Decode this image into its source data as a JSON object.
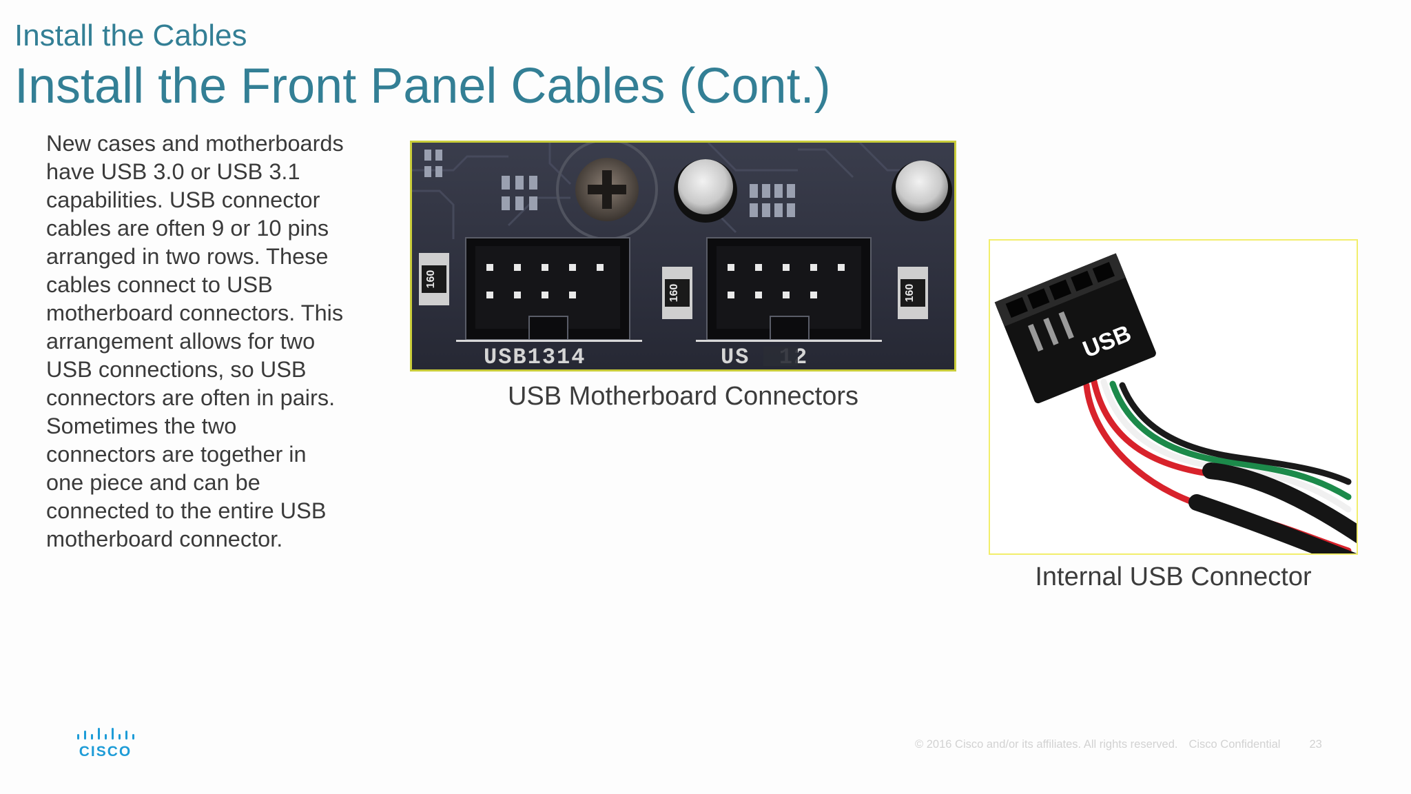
{
  "header": {
    "section_title": "Install the Cables",
    "slide_title": "Install the Front Panel Cables (Cont.)"
  },
  "body": {
    "text": "New cases and motherboards have USB 3.0 or USB 3.1 capabilities. USB connector cables are often 9 or 10 pins arranged in two rows. These cables connect to USB motherboard connectors. This arrangement allows for two USB connections, so USB connectors are often in pairs. Sometimes the two connectors are together in one piece and can be connected to the entire USB motherboard connector."
  },
  "figures": {
    "motherboard": {
      "caption": "USB Motherboard Connectors",
      "silkscreen_left": "USB1314",
      "silkscreen_right": "US  12",
      "chip_label": "160"
    },
    "usb_cable": {
      "caption": "Internal USB Connector",
      "plug_label": "USB"
    }
  },
  "footer": {
    "copyright": "© 2016  Cisco and/or its affiliates. All rights reserved.",
    "confidential": "Cisco Confidential",
    "page_number": "23"
  },
  "logo": {
    "wordmark": "CISCO",
    "icon": "cisco-bridge-logo-icon"
  },
  "colors": {
    "title": "#337f95",
    "body_text": "#3a3a3a",
    "photo_border_mb": "#c9cc3a",
    "photo_border_usb": "#f2ee6b",
    "cisco_blue": "#1e9cd7",
    "footer_text": "#d2d2d2"
  }
}
